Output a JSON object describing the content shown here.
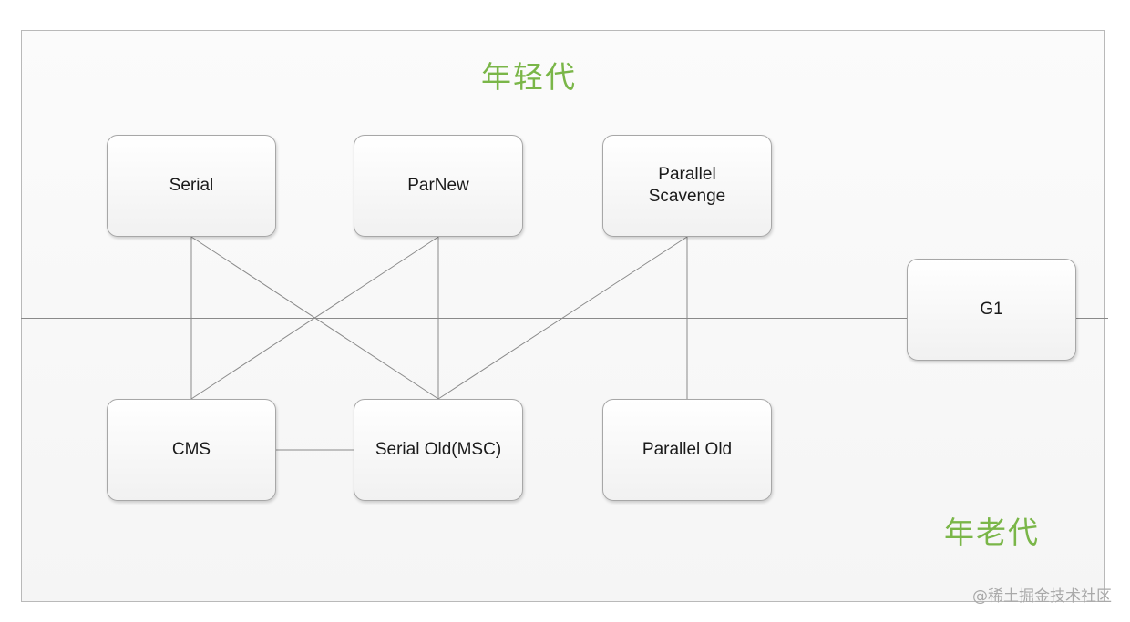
{
  "regions": {
    "young": "年轻代",
    "old": "年老代"
  },
  "collectors": {
    "serial": "Serial",
    "parnew": "ParNew",
    "parallel_scavenge_line1": "Parallel",
    "parallel_scavenge_line2": "Scavenge",
    "cms": "CMS",
    "serial_old": "Serial Old(MSC)",
    "parallel_old": "Parallel Old",
    "g1": "G1"
  },
  "watermark": "@稀土掘金技术社区",
  "colors": {
    "region_title": "#7ab648",
    "connector": "#8a8a8a"
  }
}
